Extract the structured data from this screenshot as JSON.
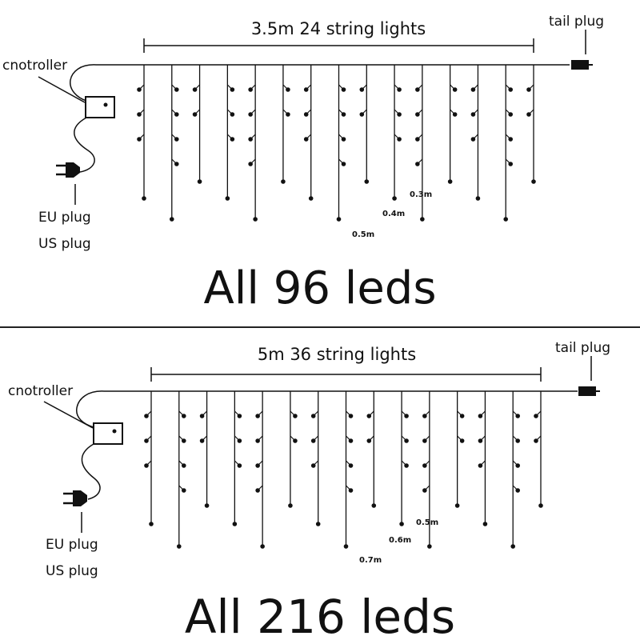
{
  "top": {
    "length_label": "3.5m 24 string lights",
    "controller_label": "cnotroller",
    "tail_plug_label": "tail plug",
    "eu_plug_label": "EU plug",
    "us_plug_label": "US plug",
    "length_labels": [
      "0.3m",
      "0.4m",
      "0.5m"
    ],
    "total_label": "All 96 leds"
  },
  "bottom": {
    "length_label": "5m 36 string lights",
    "controller_label": "cnotroller",
    "tail_plug_label": "tail plug",
    "eu_plug_label": "EU plug",
    "us_plug_label": "US plug",
    "length_labels": [
      "0.5m",
      "0.6m",
      "0.7m"
    ],
    "total_label": "All 216 leds"
  },
  "colors": {
    "line": "#111111",
    "background": "#ffffff"
  }
}
